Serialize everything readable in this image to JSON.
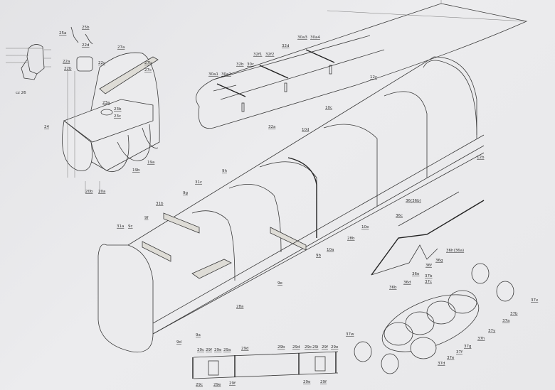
{
  "drawing": {
    "caption": "cz 26",
    "labels": {
      "cockpit": [
        "25a",
        "25b",
        "22d",
        "22a",
        "22c",
        "22b",
        "27a",
        "27b",
        "27c",
        "23a",
        "23b",
        "23c",
        "24",
        "19b",
        "19a",
        "20b",
        "20a"
      ],
      "wing": [
        "30a1",
        "30a2",
        "32b",
        "30c",
        "32f1",
        "32f2",
        "32d",
        "30a3",
        "30a4",
        "32a"
      ],
      "fuselage": [
        "12c",
        "10c",
        "10d",
        "12b",
        "10e",
        "28b",
        "10a",
        "9h",
        "31c",
        "9g",
        "31b",
        "9f",
        "31a",
        "9c",
        "9b",
        "9e",
        "28a",
        "9a",
        "9d"
      ],
      "tail": [
        "36(36b)",
        "36c",
        "36h(36a)",
        "36g",
        "36f",
        "36e",
        "36d",
        "36b"
      ],
      "engine": [
        "37b",
        "37c",
        "37x",
        "37b",
        "37a",
        "37y",
        "37h",
        "37g",
        "37f",
        "37e",
        "37d",
        "37w"
      ],
      "stringer": [
        "29c",
        "29f",
        "29e",
        "29a",
        "29d",
        "29b",
        "29d",
        "29c",
        "29i",
        "29f",
        "29e",
        "29c",
        "29e",
        "29f",
        "29e",
        "29f"
      ]
    }
  }
}
